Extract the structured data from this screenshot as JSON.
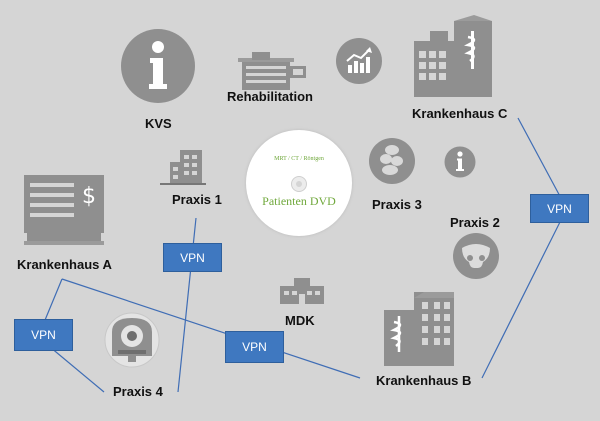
{
  "nodes": {
    "kvs": "KVS",
    "rehabilitation": "Rehabilitation",
    "krankenhaus_c": "Krankenhaus C",
    "praxis_1": "Praxis 1",
    "praxis_3": "Praxis 3",
    "praxis_2": "Praxis 2",
    "krankenhaus_a": "Krankenhaus A",
    "mdk": "MDK",
    "praxis_4": "Praxis 4",
    "krankenhaus_b": "Krankenhaus B"
  },
  "vpn_label": "VPN",
  "dvd": {
    "subtitle": "MRT / CT / Röntgen",
    "title": "Patienten DVD"
  },
  "colors": {
    "background": "#d5d5d5",
    "icon_gray": "#8f8f8f",
    "line_blue": "#3f6db5",
    "vpn_box": "#3f78c0",
    "dvd_text": "#70a83c"
  },
  "icons": [
    "info-circle-icon",
    "building-icon",
    "chart-circle-icon",
    "hospital-icon",
    "office-icon",
    "dvd-disc-icon",
    "organs-circle-icon",
    "info-small-icon",
    "pelvis-circle-icon",
    "mdk-building-icon",
    "mri-scanner-icon",
    "hospital-b-icon"
  ]
}
